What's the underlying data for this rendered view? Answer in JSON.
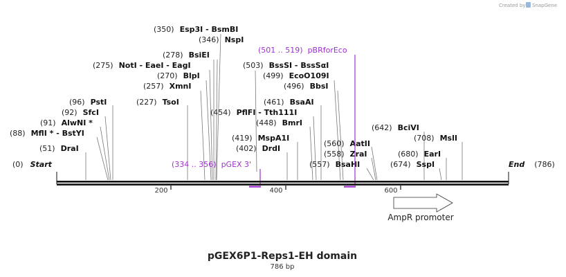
{
  "credit": {
    "prefix": "Created by",
    "brand": "SnapGene"
  },
  "title": "pGEX6P1-Reps1-EH domain",
  "subtitle": "786 bp",
  "start_label": {
    "pos": "(0)",
    "name": "Start"
  },
  "end_label": {
    "pos": "(786)",
    "name": "End"
  },
  "scale_ticks": [
    "200",
    "400",
    "600"
  ],
  "sites": [
    {
      "pos": "(350)",
      "name": "Esp3I  -  BsmBI",
      "bp": 350
    },
    {
      "pos": "(346)",
      "name": "NspI",
      "bp": 346
    },
    {
      "pos": "(278)",
      "name": "BsiEI",
      "bp": 278
    },
    {
      "pos": "(275)",
      "name": "NotI  -  EaeI  -  EagI",
      "bp": 275
    },
    {
      "pos": "(270)",
      "name": "BlpI",
      "bp": 270
    },
    {
      "pos": "(257)",
      "name": "XmnI",
      "bp": 257
    },
    {
      "pos": "(227)",
      "name": "TsoI",
      "bp": 227
    },
    {
      "pos": "(96)",
      "name": "PstI",
      "bp": 96
    },
    {
      "pos": "(92)",
      "name": "SfcI",
      "bp": 92
    },
    {
      "pos": "(91)",
      "name": "AlwNI *",
      "bp": 91
    },
    {
      "pos": "(88)",
      "name": "MflI *  -  BstYI",
      "bp": 88
    },
    {
      "pos": "(51)",
      "name": "DraI",
      "bp": 51
    },
    {
      "pos": "(503)",
      "name": "BssSI  -  BssSαI",
      "bp": 503
    },
    {
      "pos": "(499)",
      "name": "EcoO109I",
      "bp": 499
    },
    {
      "pos": "(496)",
      "name": "BbsI",
      "bp": 496
    },
    {
      "pos": "(454)",
      "name": "PflFI  -  Tth111I",
      "bp": 454
    },
    {
      "pos": "(461)",
      "name": "BsaAI",
      "bp": 461
    },
    {
      "pos": "(448)",
      "name": "BmrI",
      "bp": 448
    },
    {
      "pos": "(419)",
      "name": "MspA1I",
      "bp": 419
    },
    {
      "pos": "(402)",
      "name": "DrdI",
      "bp": 402
    },
    {
      "pos": "(642)",
      "name": "BciVI",
      "bp": 642
    },
    {
      "pos": "(708)",
      "name": "MslI",
      "bp": 708
    },
    {
      "pos": "(560)",
      "name": "AatII",
      "bp": 560
    },
    {
      "pos": "(558)",
      "name": "ZraI",
      "bp": 558
    },
    {
      "pos": "(680)",
      "name": "EarI",
      "bp": 680
    },
    {
      "pos": "(557)",
      "name": "BsaHI",
      "bp": 557
    },
    {
      "pos": "(674)",
      "name": "SspI",
      "bp": 674
    }
  ],
  "primers": [
    {
      "range": "(501 .. 519)",
      "name": "pBRforEco",
      "start": 501,
      "end": 519
    },
    {
      "range": "(334 .. 356)",
      "name": "pGEX 3'",
      "start": 334,
      "end": 356
    }
  ],
  "features": [
    {
      "name": "AmpR promoter",
      "start": 585,
      "end": 690,
      "direction": "forward"
    }
  ],
  "colors": {
    "primer": "#a02fd0",
    "backbone": "#111111",
    "feature_fill": "#ffffff"
  }
}
